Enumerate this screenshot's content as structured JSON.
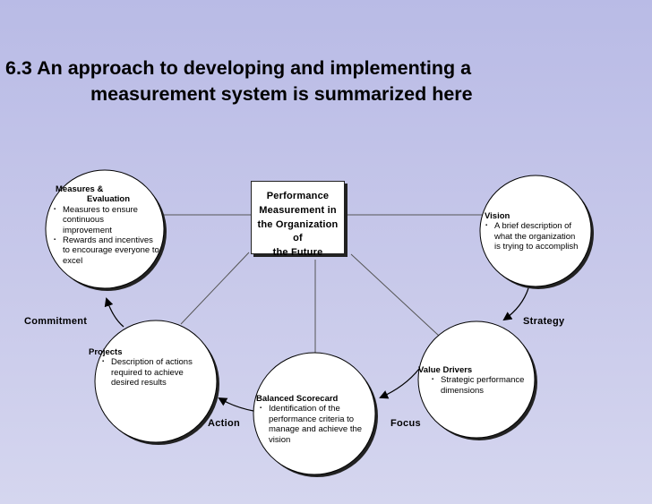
{
  "title": {
    "line1": "6.3 An approach to developing and implementing a",
    "line2": "measurement system is summarized here"
  },
  "center": {
    "lines": [
      "Performance",
      "Measurement in",
      "the Organization of",
      "the Future"
    ]
  },
  "nodes": {
    "measures": {
      "heading1": "Measures &",
      "heading2": "Evaluation",
      "bullets": [
        "Measures to ensure continuous improvement",
        "Rewards and incentives to encourage everyone to excel"
      ]
    },
    "vision": {
      "heading": "Vision",
      "bullets": [
        "A brief description of what the organization is trying to accomplish"
      ]
    },
    "projects": {
      "heading": "Projects",
      "bullets": [
        "Description of actions required to achieve desired results"
      ]
    },
    "value_drivers": {
      "heading": "Value Drivers",
      "bullets": [
        "Strategic performance dimensions"
      ]
    },
    "scorecard": {
      "heading": "Balanced Scorecard",
      "bullets": [
        "Identification of the performance criteria to manage and achieve the vision"
      ]
    }
  },
  "edge_labels": {
    "commitment": "Commitment",
    "strategy": "Strategy",
    "action": "Action",
    "focus": "Focus"
  },
  "colors": {
    "background": "#c3c4e9",
    "circle_fill": "#ffffff",
    "line": "#000000"
  }
}
